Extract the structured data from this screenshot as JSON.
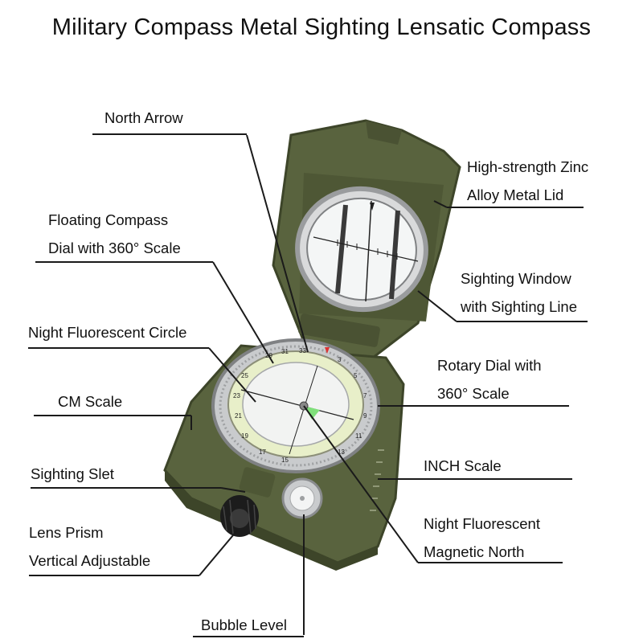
{
  "title": "Military Compass Metal Sighting Lensatic Compass",
  "labels": {
    "north_arrow": "North Arrow",
    "zinc_lid_1": "High-strength Zinc",
    "zinc_lid_2": "Alloy Metal Lid",
    "floating_dial_1": "Floating Compass",
    "floating_dial_2": "Dial with 360° Scale",
    "sighting_window_1": "Sighting Window",
    "sighting_window_2": "with Sighting Line",
    "night_circle": "Night Fluorescent Circle",
    "rotary_dial_1": "Rotary Dial with",
    "rotary_dial_2": "360° Scale",
    "cm_scale": "CM Scale",
    "inch_scale": "INCH Scale",
    "sighting_slet": "Sighting Slet",
    "night_north_1": "Night Fluorescent",
    "night_north_2": "Magnetic North",
    "lens_prism_1": "Lens Prism",
    "lens_prism_2": "Vertical Adjustable",
    "bubble_level": "Bubble Level"
  },
  "colors": {
    "olive_body": "#59633e",
    "olive_dark": "#3d4529",
    "olive_light": "#7a8458",
    "chrome": "#c9cbcd",
    "fluorescent": "#e8efc9",
    "text": "#111111"
  },
  "icons": {
    "compass": "lensatic-compass-illustration"
  }
}
